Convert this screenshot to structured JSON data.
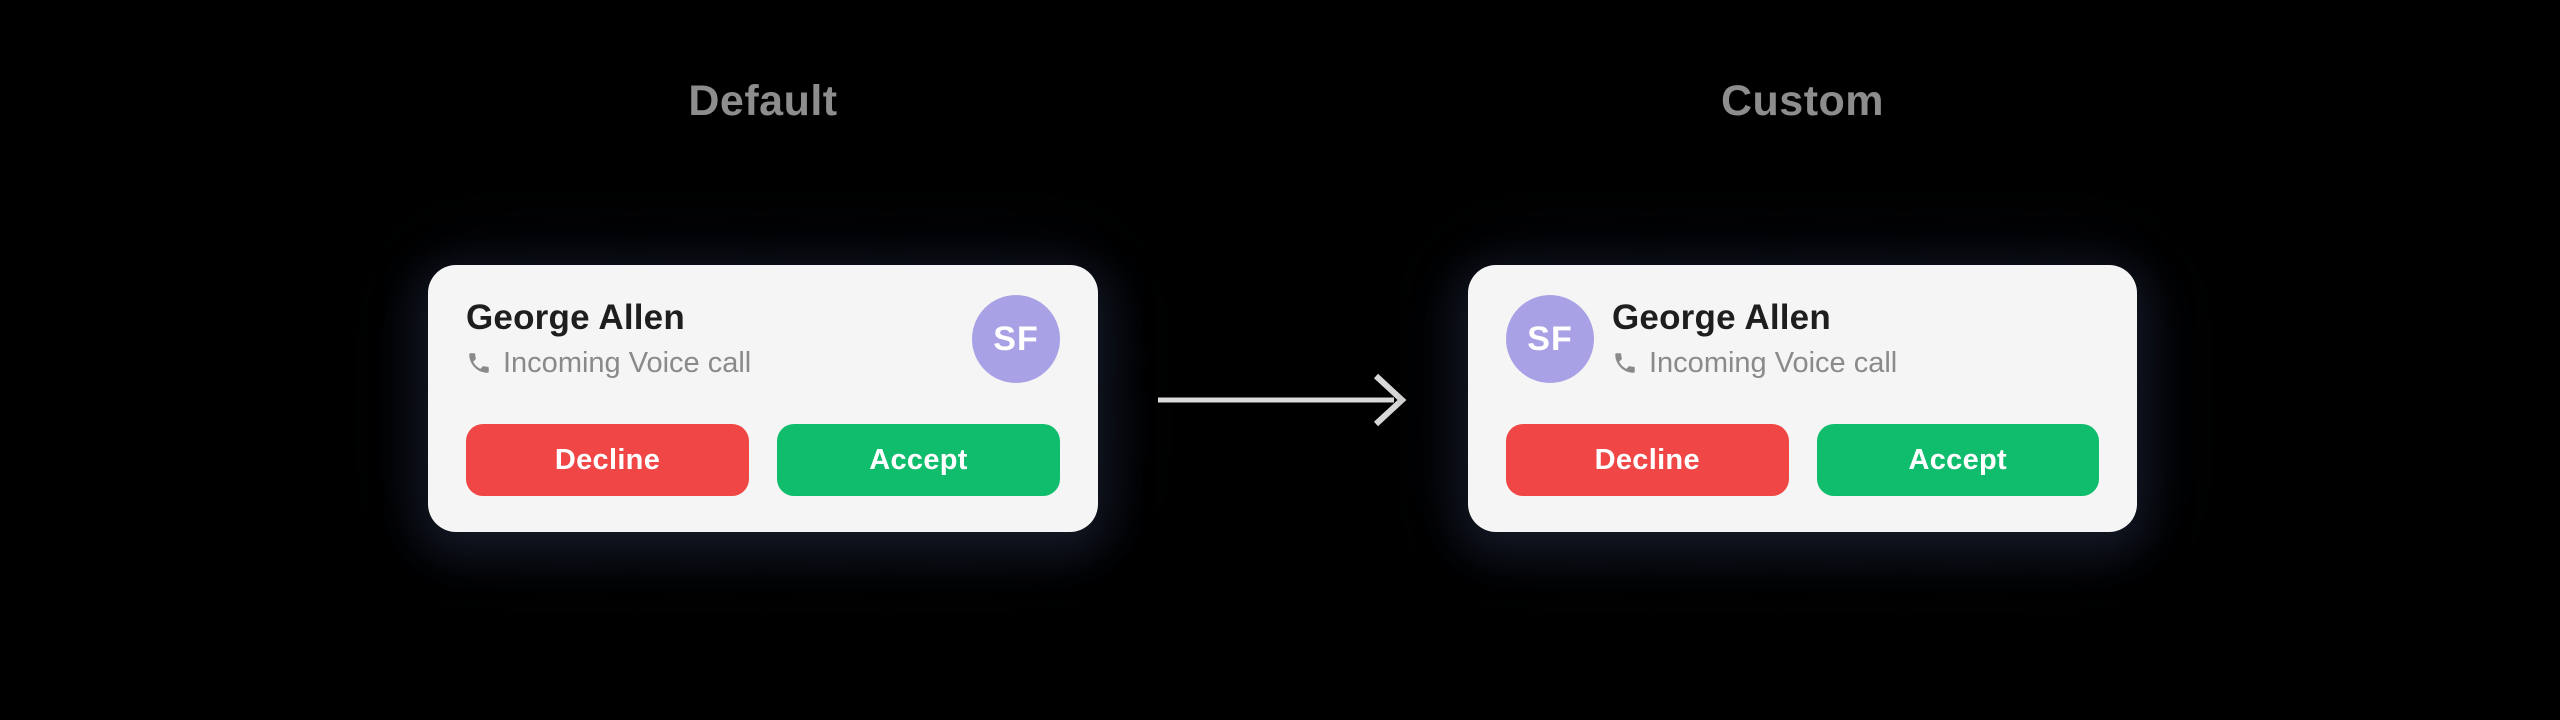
{
  "panels": [
    {
      "label": "Default",
      "avatar_position": "right"
    },
    {
      "label": "Custom",
      "avatar_position": "left"
    }
  ],
  "call_card": {
    "name": "George Allen",
    "call_type": "Incoming Voice call",
    "avatar_initials": "SF",
    "buttons": {
      "decline": "Decline",
      "accept": "Accept"
    }
  },
  "icons": {
    "phone": "phone-receiver-glyph",
    "arrow": "right-arrow-line-with-chevron"
  },
  "colors": {
    "page_background": "#000000",
    "card_background": "#f5f5f5",
    "title_text": "#1e1e1e",
    "subtitle_text": "#8a8a8a",
    "label_text": "#8d8d8d",
    "decline_red": "#f04646",
    "accept_green": "#10bd6d",
    "avatar_purple": "#a9a1e6",
    "avatar_text": "#ffffff",
    "arrow_gray": "#dadada"
  }
}
